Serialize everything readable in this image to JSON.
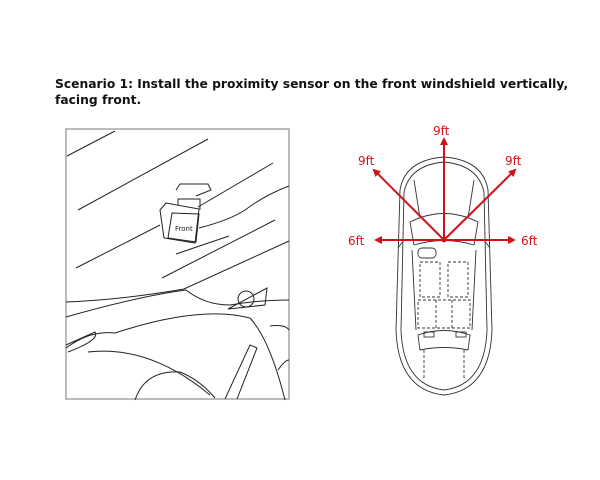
{
  "heading": {
    "line1": "Scenario 1: Install the proximity sensor on the front windshield vertically,",
    "line2": "facing front."
  },
  "windshield_illustration": {
    "sensor_label": "Front"
  },
  "range_diagram": {
    "front": "9ft",
    "front_left": "9ft",
    "front_right": "9ft",
    "left": "6ft",
    "right": "6ft",
    "arrow_color": "#d0121b"
  }
}
